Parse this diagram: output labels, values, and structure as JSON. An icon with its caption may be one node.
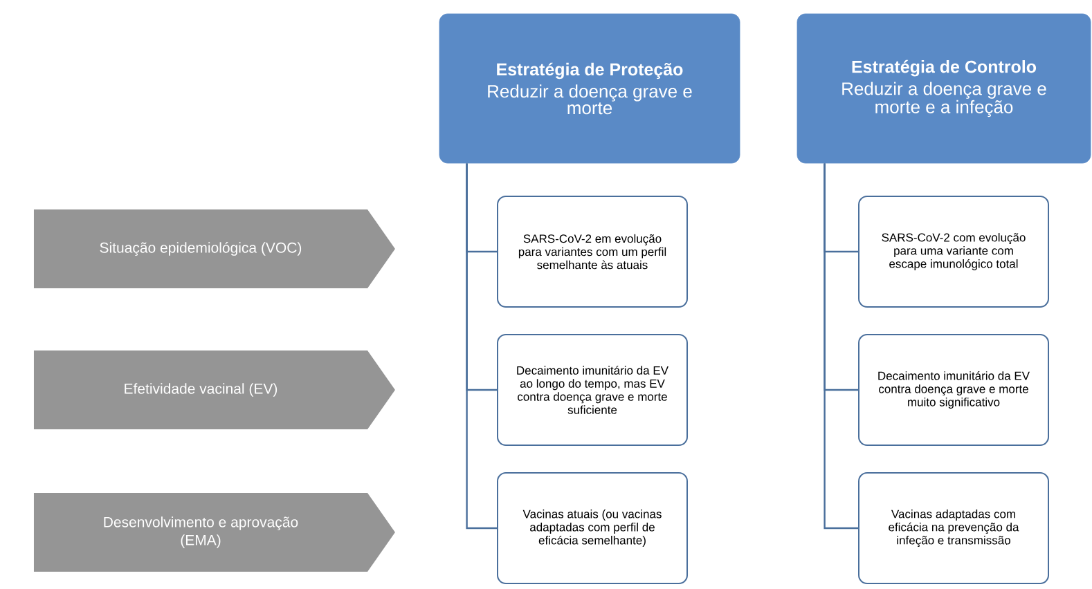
{
  "diagram": {
    "nodes": [
      {
        "text": [
          "Situação epidemiológica (VOC)"
        ]
      },
      {
        "text": [
          "Efetividade vacinal (EV)"
        ]
      },
      {
        "text": [
          "Desenvolvimento e aprovação (EMA)"
        ]
      },
      {
        "text": [
          "Estratégia de Proteção",
          "Reduzir a doença grave e morte"
        ]
      },
      {
        "text": [
          "SARS-CoV-2 em evolução para variantes com um perfil semelhante às atuais"
        ]
      },
      {
        "text": [
          "Decaimento imunitário da EV ao longo do tempo, mas EV contra doença grave e morte suficiente"
        ]
      },
      {
        "text": [
          "Vacinas atuais (ou vacinas adaptadas com perfil de eficácia semelhante)"
        ]
      },
      {
        "text": [
          "Estratégia de Controlo",
          "Reduzir a doença grave e morte e a infeção"
        ]
      },
      {
        "text": [
          "SARS-CoV-2 com evolução para uma variante com escape imunológico total"
        ]
      },
      {
        "text": [
          "Decaimento imunitário da EV contra doença grave e morte muito significativo"
        ]
      },
      {
        "text": [
          "Vacinas adaptadas com eficácia na prevenção da infeção e transmissão"
        ]
      }
    ],
    "edges": [
      {
        "from": 3,
        "to": 4,
        "arrow": "none"
      },
      {
        "from": 3,
        "to": 5,
        "arrow": "none"
      },
      {
        "from": 3,
        "to": 6,
        "arrow": "none"
      },
      {
        "from": 7,
        "to": 8,
        "arrow": "none"
      },
      {
        "from": 7,
        "to": 9,
        "arrow": "none"
      },
      {
        "from": 7,
        "to": 10,
        "arrow": "none"
      }
    ]
  }
}
